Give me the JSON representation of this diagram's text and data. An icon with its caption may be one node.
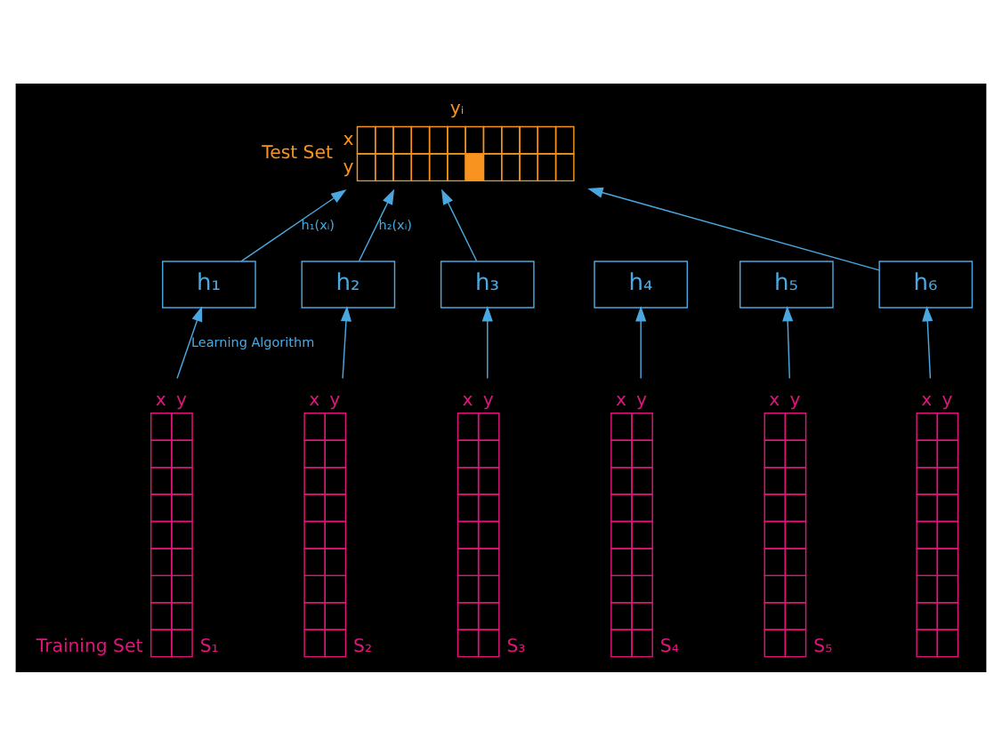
{
  "diagram": {
    "nodes": [
      {
        "text": [
          "x",
          "y"
        ],
        "beside": [
          "Test Set",
          "yᵢ"
        ]
      },
      {
        "text": [
          "h₁"
        ]
      },
      {
        "text": [
          "h₂"
        ]
      },
      {
        "text": [
          "h₃"
        ]
      },
      {
        "text": [
          "h₄"
        ]
      },
      {
        "text": [
          "h₅"
        ]
      },
      {
        "text": [
          "h₆"
        ]
      },
      {
        "text": [
          "x",
          "y"
        ],
        "beside": [
          "Training Set",
          "S₁"
        ]
      },
      {
        "text": [
          "x",
          "y"
        ],
        "beside": [
          "S₂"
        ]
      },
      {
        "text": [
          "x",
          "y"
        ],
        "beside": [
          "S₃"
        ]
      },
      {
        "text": [
          "x",
          "y"
        ],
        "beside": [
          "S₄"
        ]
      },
      {
        "text": [
          "x",
          "y"
        ],
        "beside": [
          "S₅"
        ]
      },
      {
        "text": [
          "x",
          "y"
        ]
      }
    ],
    "edges": [
      {
        "from": 7,
        "to": 1,
        "arrow": "to",
        "label": "Learning Algorithm"
      },
      {
        "from": 8,
        "to": 2,
        "arrow": "to"
      },
      {
        "from": 9,
        "to": 3,
        "arrow": "to"
      },
      {
        "from": 10,
        "to": 4,
        "arrow": "to"
      },
      {
        "from": 11,
        "to": 5,
        "arrow": "to"
      },
      {
        "from": 12,
        "to": 6,
        "arrow": "to"
      },
      {
        "from": 1,
        "to": 0,
        "arrow": "to",
        "label": "h₁(xᵢ)"
      },
      {
        "from": 2,
        "to": 0,
        "arrow": "to",
        "label": "h₂(xᵢ)"
      },
      {
        "from": 3,
        "to": 0,
        "arrow": "to"
      },
      {
        "from": 6,
        "to": 0,
        "arrow": "to"
      }
    ]
  }
}
